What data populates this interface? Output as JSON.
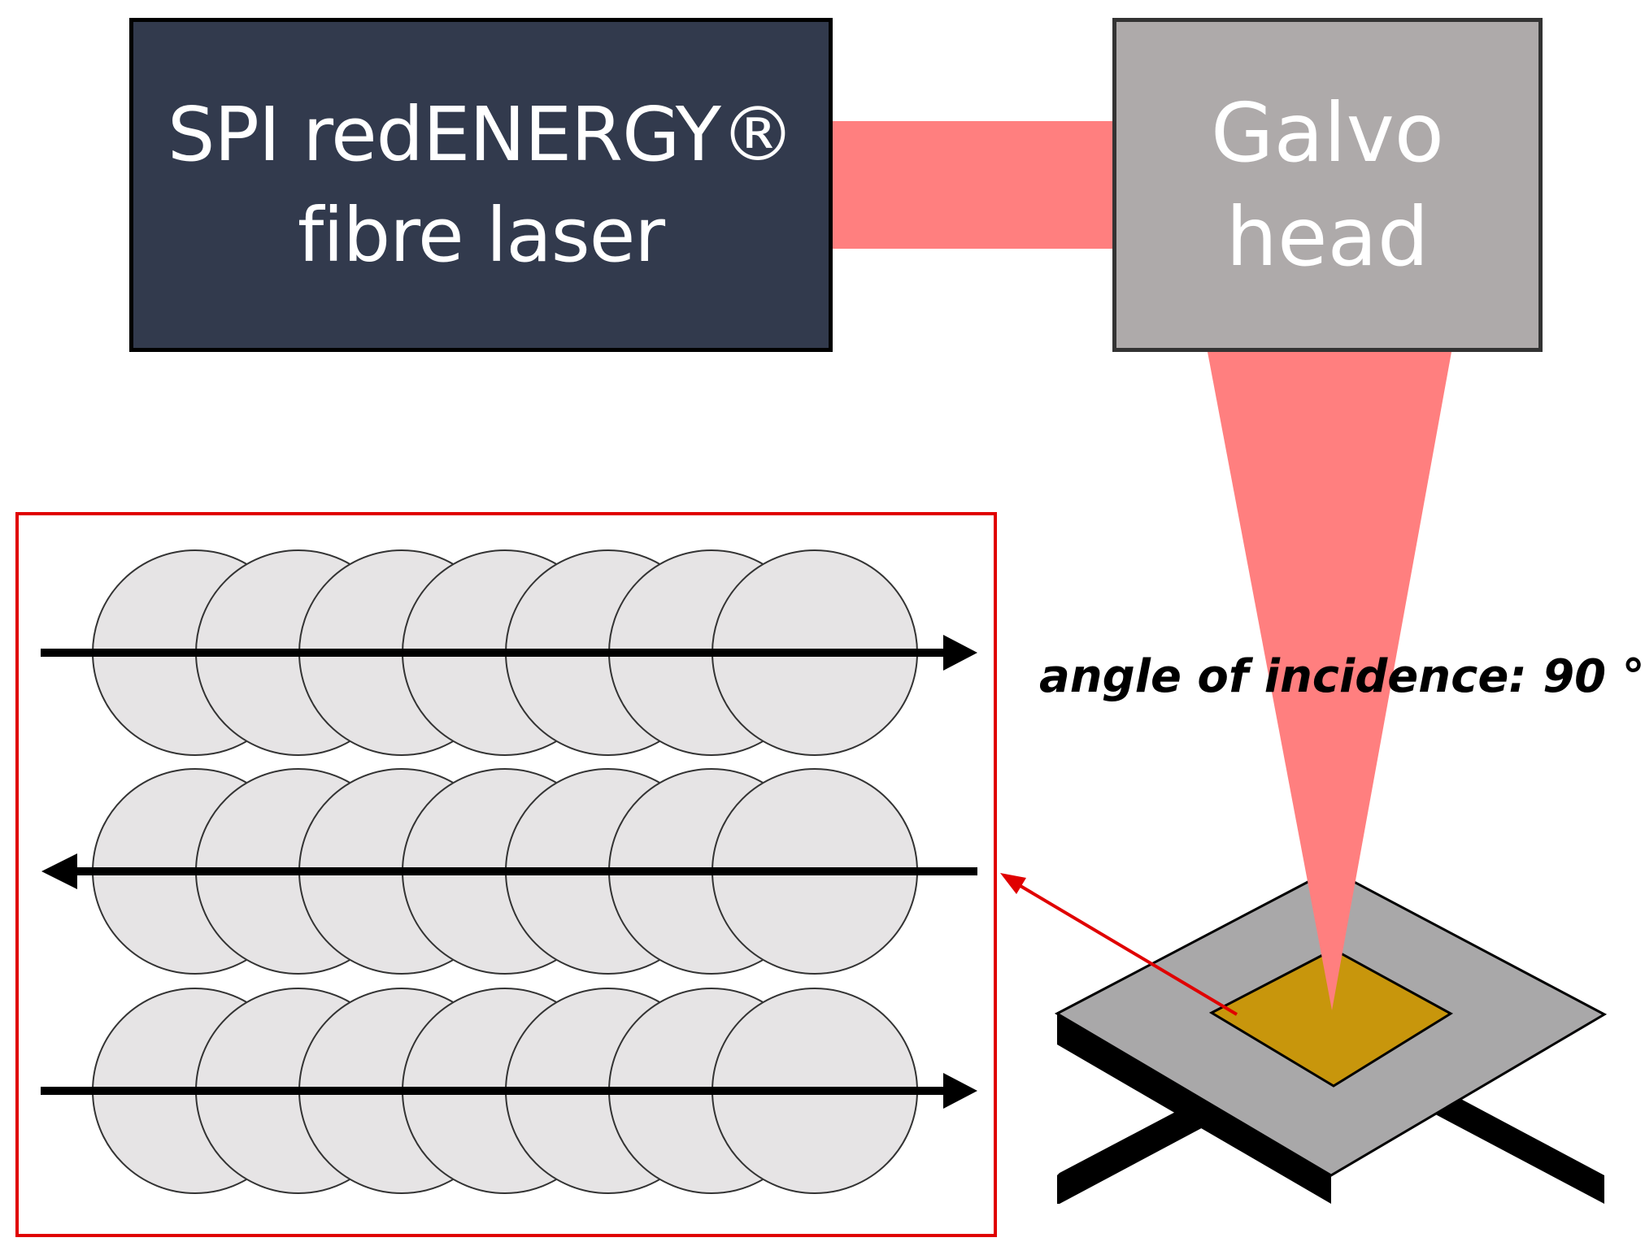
{
  "laser": {
    "line1": "SPI redENERGY®",
    "line2": "fibre laser"
  },
  "galvo": {
    "line1": "Galvo",
    "line2": "head"
  },
  "angle_label": "angle of incidence: 90 °",
  "scan_pattern": {
    "rows": 3,
    "spots_per_row": 7,
    "row_directions": [
      "right",
      "left",
      "right"
    ]
  },
  "colors": {
    "laser_box": "#323a4d",
    "galvo_box": "#aeaaaa",
    "beam": "#ff7f7f",
    "spot": "#e6e4e5",
    "inset_border": "#e00000",
    "sample_plate": "#a9a8a9",
    "sample_side": "#000000",
    "sample_target": "#c8960c",
    "text_light": "#ffffff"
  }
}
